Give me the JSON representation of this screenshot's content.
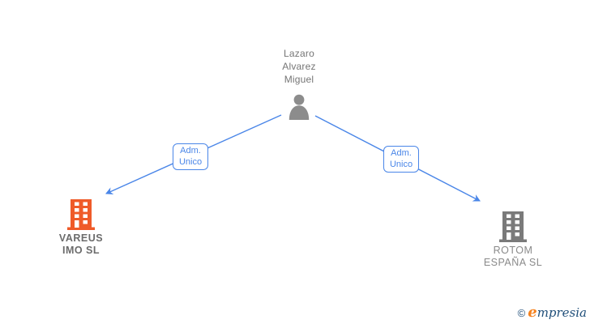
{
  "diagram": {
    "person": {
      "name_lines": [
        "Lazaro",
        "Alvarez",
        "Miguel"
      ]
    },
    "edges": [
      {
        "label_lines": [
          "Adm.",
          "Unico"
        ]
      },
      {
        "label_lines": [
          "Adm.",
          "Unico"
        ]
      }
    ],
    "companies": [
      {
        "name_lines": [
          "VAREUS",
          "IMO  SL"
        ]
      },
      {
        "name_lines": [
          "ROTOM",
          "ESPAÑA SL"
        ]
      }
    ]
  },
  "watermark": {
    "copyright_symbol": "©",
    "brand_accent": "e",
    "brand_rest": "mpresia"
  },
  "colors": {
    "edge-blue": "#4a86e8",
    "company-left": "#ef5b29",
    "company-right": "#7a7a7a",
    "person-gray": "#8c8c8c",
    "name-text": "#757575",
    "company-left-text": "#6b6b6b",
    "company-right-text": "#8a8a8a",
    "brand-blue": "#1f4e79",
    "brand-orange": "#f5821f"
  }
}
